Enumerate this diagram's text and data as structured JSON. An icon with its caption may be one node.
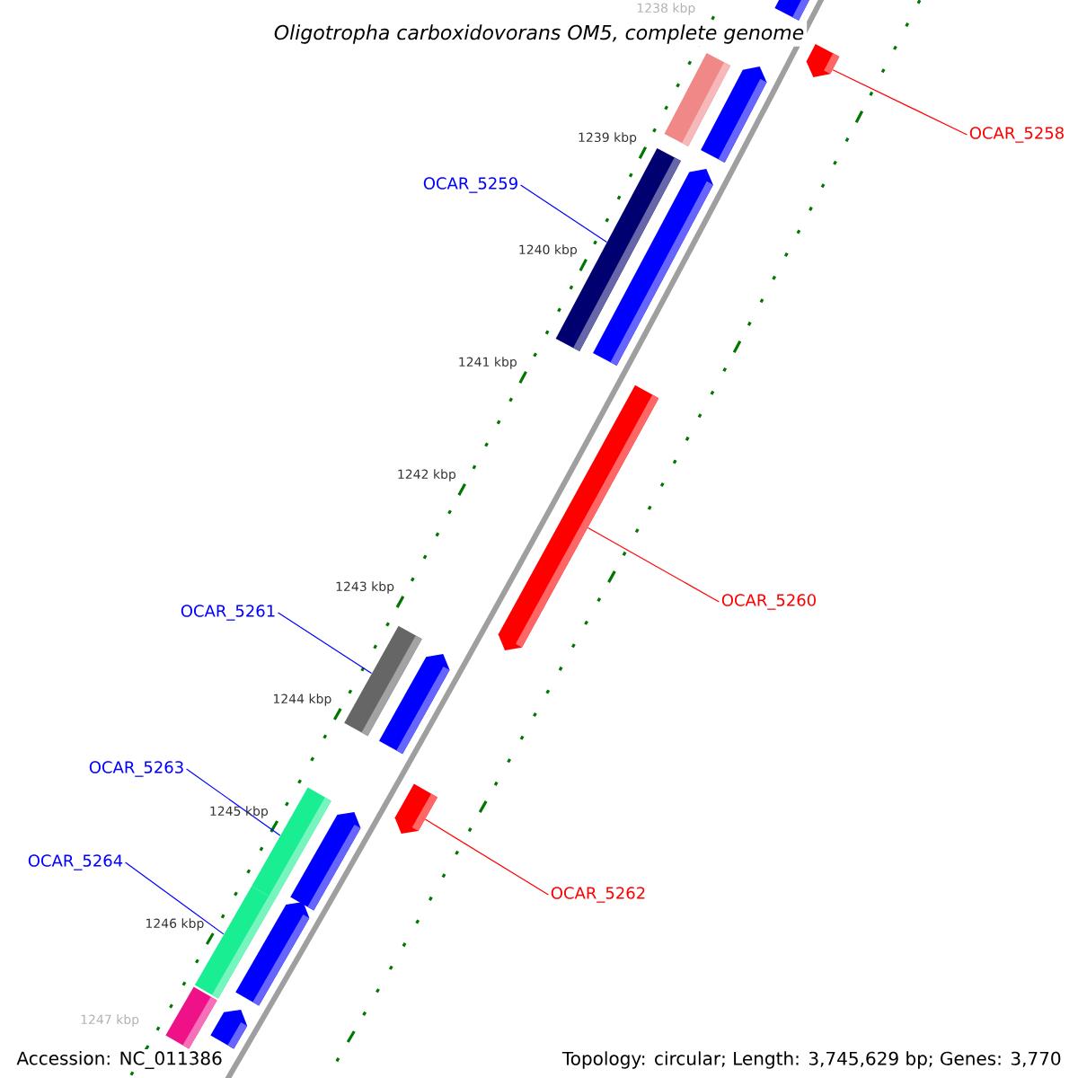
{
  "diagram": {
    "title": "Oligotropha carboxidovorans OM5, complete genome",
    "nodes": [
      {
        "text": [],
        "shape": "bar"
      },
      {
        "text": [],
        "shape": "bar"
      },
      {
        "text": [],
        "shape": "bar"
      },
      {
        "text": [],
        "shape": "bar"
      },
      {
        "text": [
          "OCAR_5258"
        ]
      },
      {
        "text": [
          "OCAR_5259"
        ]
      },
      {
        "text": [],
        "shape": "bar"
      },
      {
        "text": [],
        "shape": "bar"
      },
      {
        "text": [],
        "shape": "bar"
      },
      {
        "text": [
          "OCAR_5260"
        ]
      },
      {
        "text": [
          "OCAR_5261"
        ]
      },
      {
        "text": [],
        "shape": "bar"
      },
      {
        "text": [],
        "shape": "bar"
      },
      {
        "text": [
          "OCAR_5263"
        ]
      },
      {
        "text": [],
        "shape": "bar"
      },
      {
        "text": [],
        "shape": "bar"
      },
      {
        "text": [],
        "shape": "bar"
      },
      {
        "text": [
          "OCAR_5262"
        ]
      },
      {
        "text": [
          "OCAR_5264"
        ]
      },
      {
        "text": [],
        "shape": "bar"
      },
      {
        "text": [],
        "shape": "bar"
      },
      {
        "text": [],
        "shape": "bar"
      },
      {
        "text": [],
        "shape": "bar"
      }
    ],
    "edges": [
      {
        "from": 4,
        "to": 1,
        "arrow": "none",
        "color": "#ff0000"
      },
      {
        "from": 5,
        "to": 6,
        "arrow": "none"
      },
      {
        "from": 9,
        "to": 8,
        "arrow": "none",
        "color": "#ff0000"
      },
      {
        "from": 10,
        "to": 11,
        "arrow": "none"
      },
      {
        "from": 17,
        "to": 14,
        "arrow": "none",
        "color": "#ff0000"
      },
      {
        "from": 13,
        "to": 15,
        "arrow": "none"
      },
      {
        "from": 18,
        "to": 19,
        "arrow": "none"
      }
    ],
    "labels": [
      "1238 kbp",
      "1239 kbp",
      "1240 kbp",
      "1241 kbp",
      "1242 kbp",
      "1243 kbp",
      "1244 kbp",
      "1245 kbp",
      "1246 kbp",
      "1247 kbp",
      "Accession: NC_011386",
      "Topology: circular; Length: 3,745,629 bp; Genes: 3,770"
    ]
  }
}
